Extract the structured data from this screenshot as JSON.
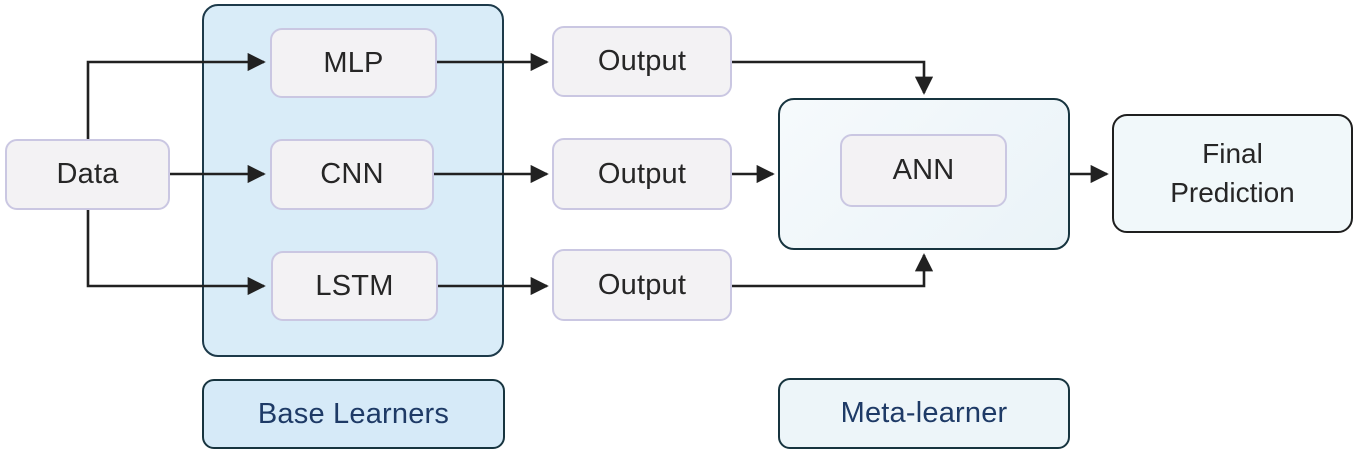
{
  "diagram": {
    "type": "flow-diagram",
    "description": "Stacking ensemble architecture: data feeds three base learners whose outputs feed a meta-learner producing a final prediction",
    "nodes": {
      "data": "Data",
      "mlp": "MLP",
      "cnn": "CNN",
      "lstm": "LSTM",
      "output_mlp": "Output",
      "output_cnn": "Output",
      "output_lstm": "Output",
      "ann": "ANN",
      "final_prediction": "Final Prediction"
    },
    "groups": {
      "base_learners_label": "Base Learners",
      "meta_learner_label": "Meta-learner"
    },
    "edges": [
      {
        "from": "data",
        "to": "mlp"
      },
      {
        "from": "data",
        "to": "cnn"
      },
      {
        "from": "data",
        "to": "lstm"
      },
      {
        "from": "mlp",
        "to": "output_mlp"
      },
      {
        "from": "cnn",
        "to": "output_cnn"
      },
      {
        "from": "lstm",
        "to": "output_lstm"
      },
      {
        "from": "output_mlp",
        "to": "meta_learner"
      },
      {
        "from": "output_cnn",
        "to": "meta_learner"
      },
      {
        "from": "output_lstm",
        "to": "meta_learner"
      },
      {
        "from": "meta_learner",
        "to": "final_prediction"
      }
    ],
    "colors": {
      "base_container_fill": "#d9ecf8",
      "meta_container_fill": "#eef5f8",
      "container_border": "#1d3a4a",
      "node_fill": "#f3f2f4",
      "node_border": "#cac7e2",
      "node_text": "#262626",
      "caption_text": "#1e3a66",
      "final_fill": "#f1f8fa",
      "final_border": "#1f1f1f",
      "arrow": "#212121",
      "background": "#ffffff"
    }
  }
}
